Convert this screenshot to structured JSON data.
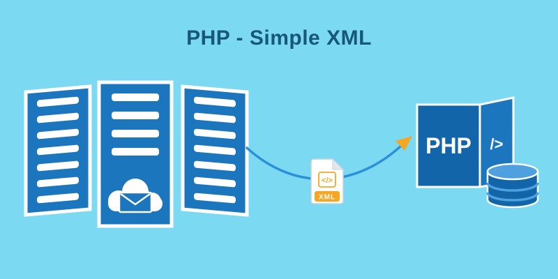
{
  "page": {
    "title": "PHP - Simple XML"
  },
  "illustration": {
    "xml_file": {
      "code_symbol": "</>",
      "label": "XML"
    },
    "php_box": {
      "label": "PHP",
      "code_symbol": "/>"
    }
  },
  "colors": {
    "background": "#7BD9F2",
    "title_text": "#17587A",
    "server_blue": "#1B76BD",
    "php_blue": "#1265A8",
    "arrow_blue": "#2B8FD9",
    "accent_orange": "#F5A623",
    "db_highlight_blue": "#4FA0DF",
    "white": "#FFFFFF"
  }
}
